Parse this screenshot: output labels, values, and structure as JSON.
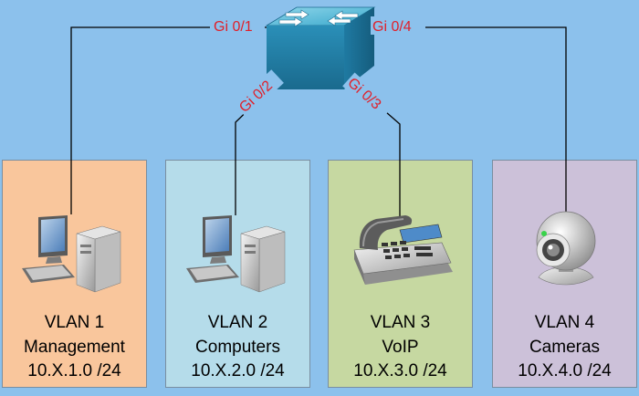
{
  "switch": {
    "icon": "switch-icon"
  },
  "ports": {
    "p1": "Gi 0/1",
    "p2": "Gi 0/2",
    "p3": "Gi 0/3",
    "p4": "Gi 0/4"
  },
  "vlans": [
    {
      "line1": "VLAN 1",
      "line2": "Management",
      "line3": "10.X.1.0 /24",
      "icon": "computer-icon",
      "color": "#f9c69c"
    },
    {
      "line1": "VLAN 2",
      "line2": "Computers",
      "line3": "10.X.2.0 /24",
      "icon": "computer-icon",
      "color": "#b5dcea"
    },
    {
      "line1": "VLAN 3",
      "line2": "VoIP",
      "line3": "10.X.3.0 /24",
      "icon": "ip-phone-icon",
      "color": "#c6d8a1"
    },
    {
      "line1": "VLAN 4",
      "line2": "Cameras",
      "line3": "10.X.4.0 /24",
      "icon": "webcam-icon",
      "color": "#ccc1d9"
    }
  ],
  "colors": {
    "background": "#8cc1ec",
    "port_label": "#e0202a",
    "link": "#000000"
  }
}
